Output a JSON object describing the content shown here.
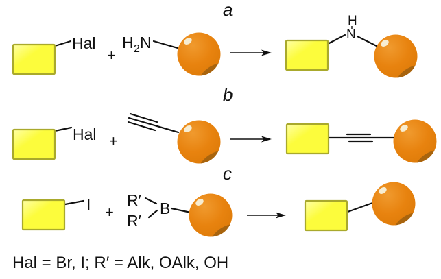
{
  "legend": {
    "text": "Hal = Br, I; R′ = Alk, OAlk, OH"
  },
  "schemes": [
    {
      "label": "a",
      "halide": "Hal",
      "plus": "+",
      "amine": {
        "h": "H",
        "sub": "2",
        "n": "N"
      },
      "product_amine": {
        "h": "H",
        "n": "N"
      }
    },
    {
      "label": "b",
      "halide": "Hal",
      "plus": "+"
    },
    {
      "label": "c",
      "halide": "I",
      "plus": "+",
      "borane": {
        "r_top": "R′",
        "r_bottom": "R′",
        "b": "B"
      }
    }
  ],
  "colors": {
    "line": "#111111",
    "block_main": "#FCFC3C",
    "block_light": "#FFFFA6",
    "block_border": "#A9A92C",
    "sphere_main": "#E8830F",
    "sphere_light": "#F09A2E",
    "sphere_dark": "#DD7A08",
    "sphere_shadow": "#A8640E",
    "sphere_glint": "#F7EDD2",
    "bg": "#FFFFFF"
  }
}
